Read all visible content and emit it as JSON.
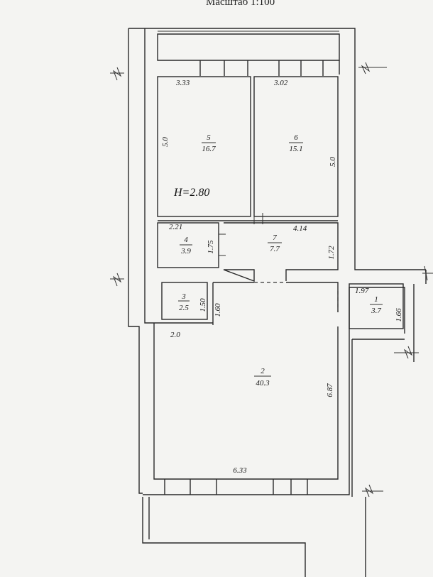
{
  "title": "Масштаб 1:100",
  "height_mark": "H=2.80",
  "rooms": [
    {
      "num": "5",
      "area": "16.7"
    },
    {
      "num": "6",
      "area": "15.1"
    },
    {
      "num": "4",
      "area": "3.9"
    },
    {
      "num": "7",
      "area": "7.7"
    },
    {
      "num": "3",
      "area": "2.5"
    },
    {
      "num": "2",
      "area": "40.3"
    },
    {
      "num": "1",
      "area": "3.7"
    }
  ],
  "dims": {
    "r5_w": "3.33",
    "r5_h": "5.0",
    "r6_w": "3.02",
    "r6_h": "5.0",
    "r4_w": "2.21",
    "r4_h": "1.75",
    "r7_w": "4.14",
    "r7_h": "1.72",
    "r3_h": "1.50",
    "r3_h2": "1.60",
    "r2_top": "2.0",
    "r2_h": "6.87",
    "r2_w": "6.33",
    "r1_w": "1.97",
    "r1_h": "1.66"
  }
}
